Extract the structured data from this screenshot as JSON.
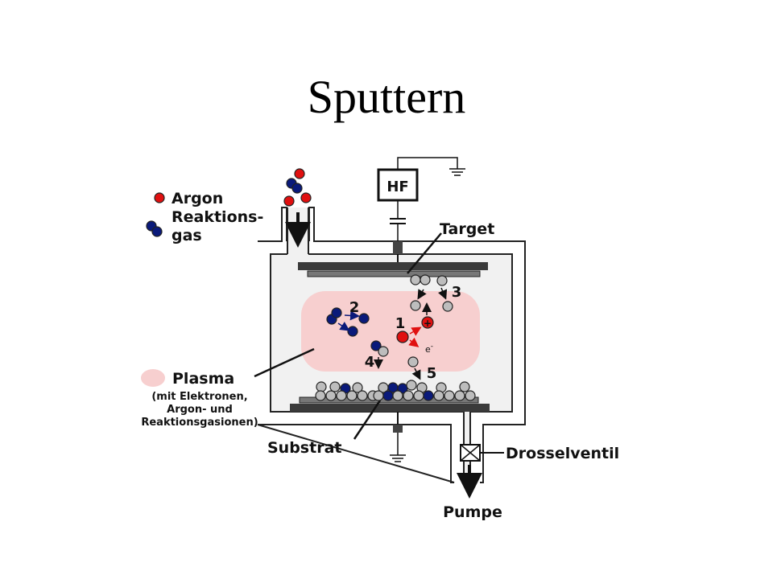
{
  "slide": {
    "title": "Sputtern"
  },
  "legend": {
    "argon": "Argon",
    "reaktionsgas_line1": "Reaktions-",
    "reaktionsgas_line2": "gas",
    "plasma": "Plasma",
    "plasma_note_line1": "(mit Elektronen,",
    "plasma_note_line2": "Argon- und",
    "plasma_note_line3": "Reaktionsgasionen)"
  },
  "labels": {
    "hf": "HF",
    "target": "Target",
    "substrat": "Substrat",
    "drosselventil": "Drosselventil",
    "pumpe": "Pumpe",
    "electron": "e",
    "electron_sup": "-",
    "plus": "+"
  },
  "steps": [
    "1",
    "2",
    "3",
    "4",
    "5"
  ],
  "colors": {
    "argon": "#e01010",
    "reaktionsgas": "#0a1a7a",
    "sputtered_atom": "#bdbdbd",
    "plasma": "#f7cfcf",
    "chamber_inner": "#f1f1f1",
    "electrode": "#3a3a3a"
  }
}
